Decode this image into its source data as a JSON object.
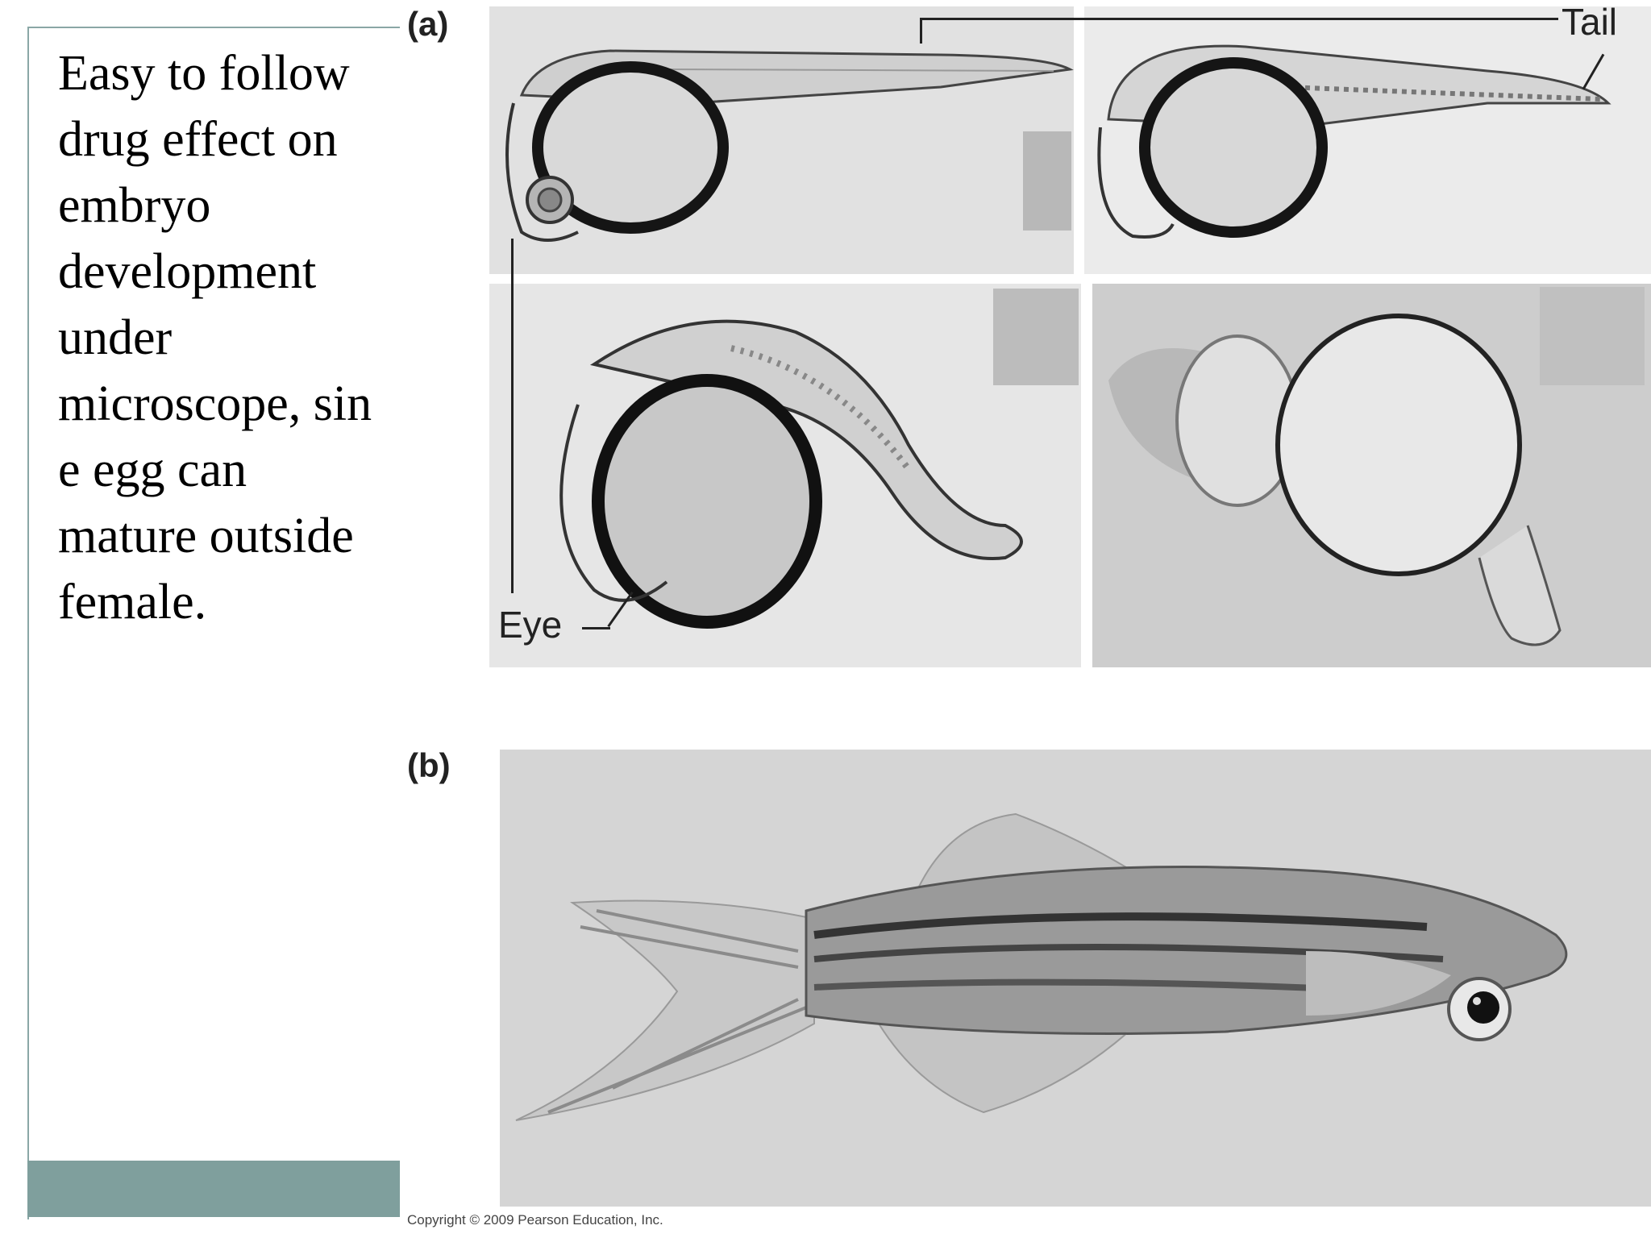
{
  "body_text": "Easy to follow\ndrug effect on\nembryo\ndevelopment\nunder\nmicroscope, sin\ne egg can\nmature outside\nfemale.",
  "figure": {
    "label_a": "(a)",
    "label_b": "(b)",
    "callout_tail": "Tail",
    "callout_eye": "Eye",
    "copyright": "Copyright © 2009 Pearson Education, Inc."
  },
  "colors": {
    "accent": "#7f9f9d",
    "frame": "#8aa7a6",
    "text": "#000000"
  }
}
